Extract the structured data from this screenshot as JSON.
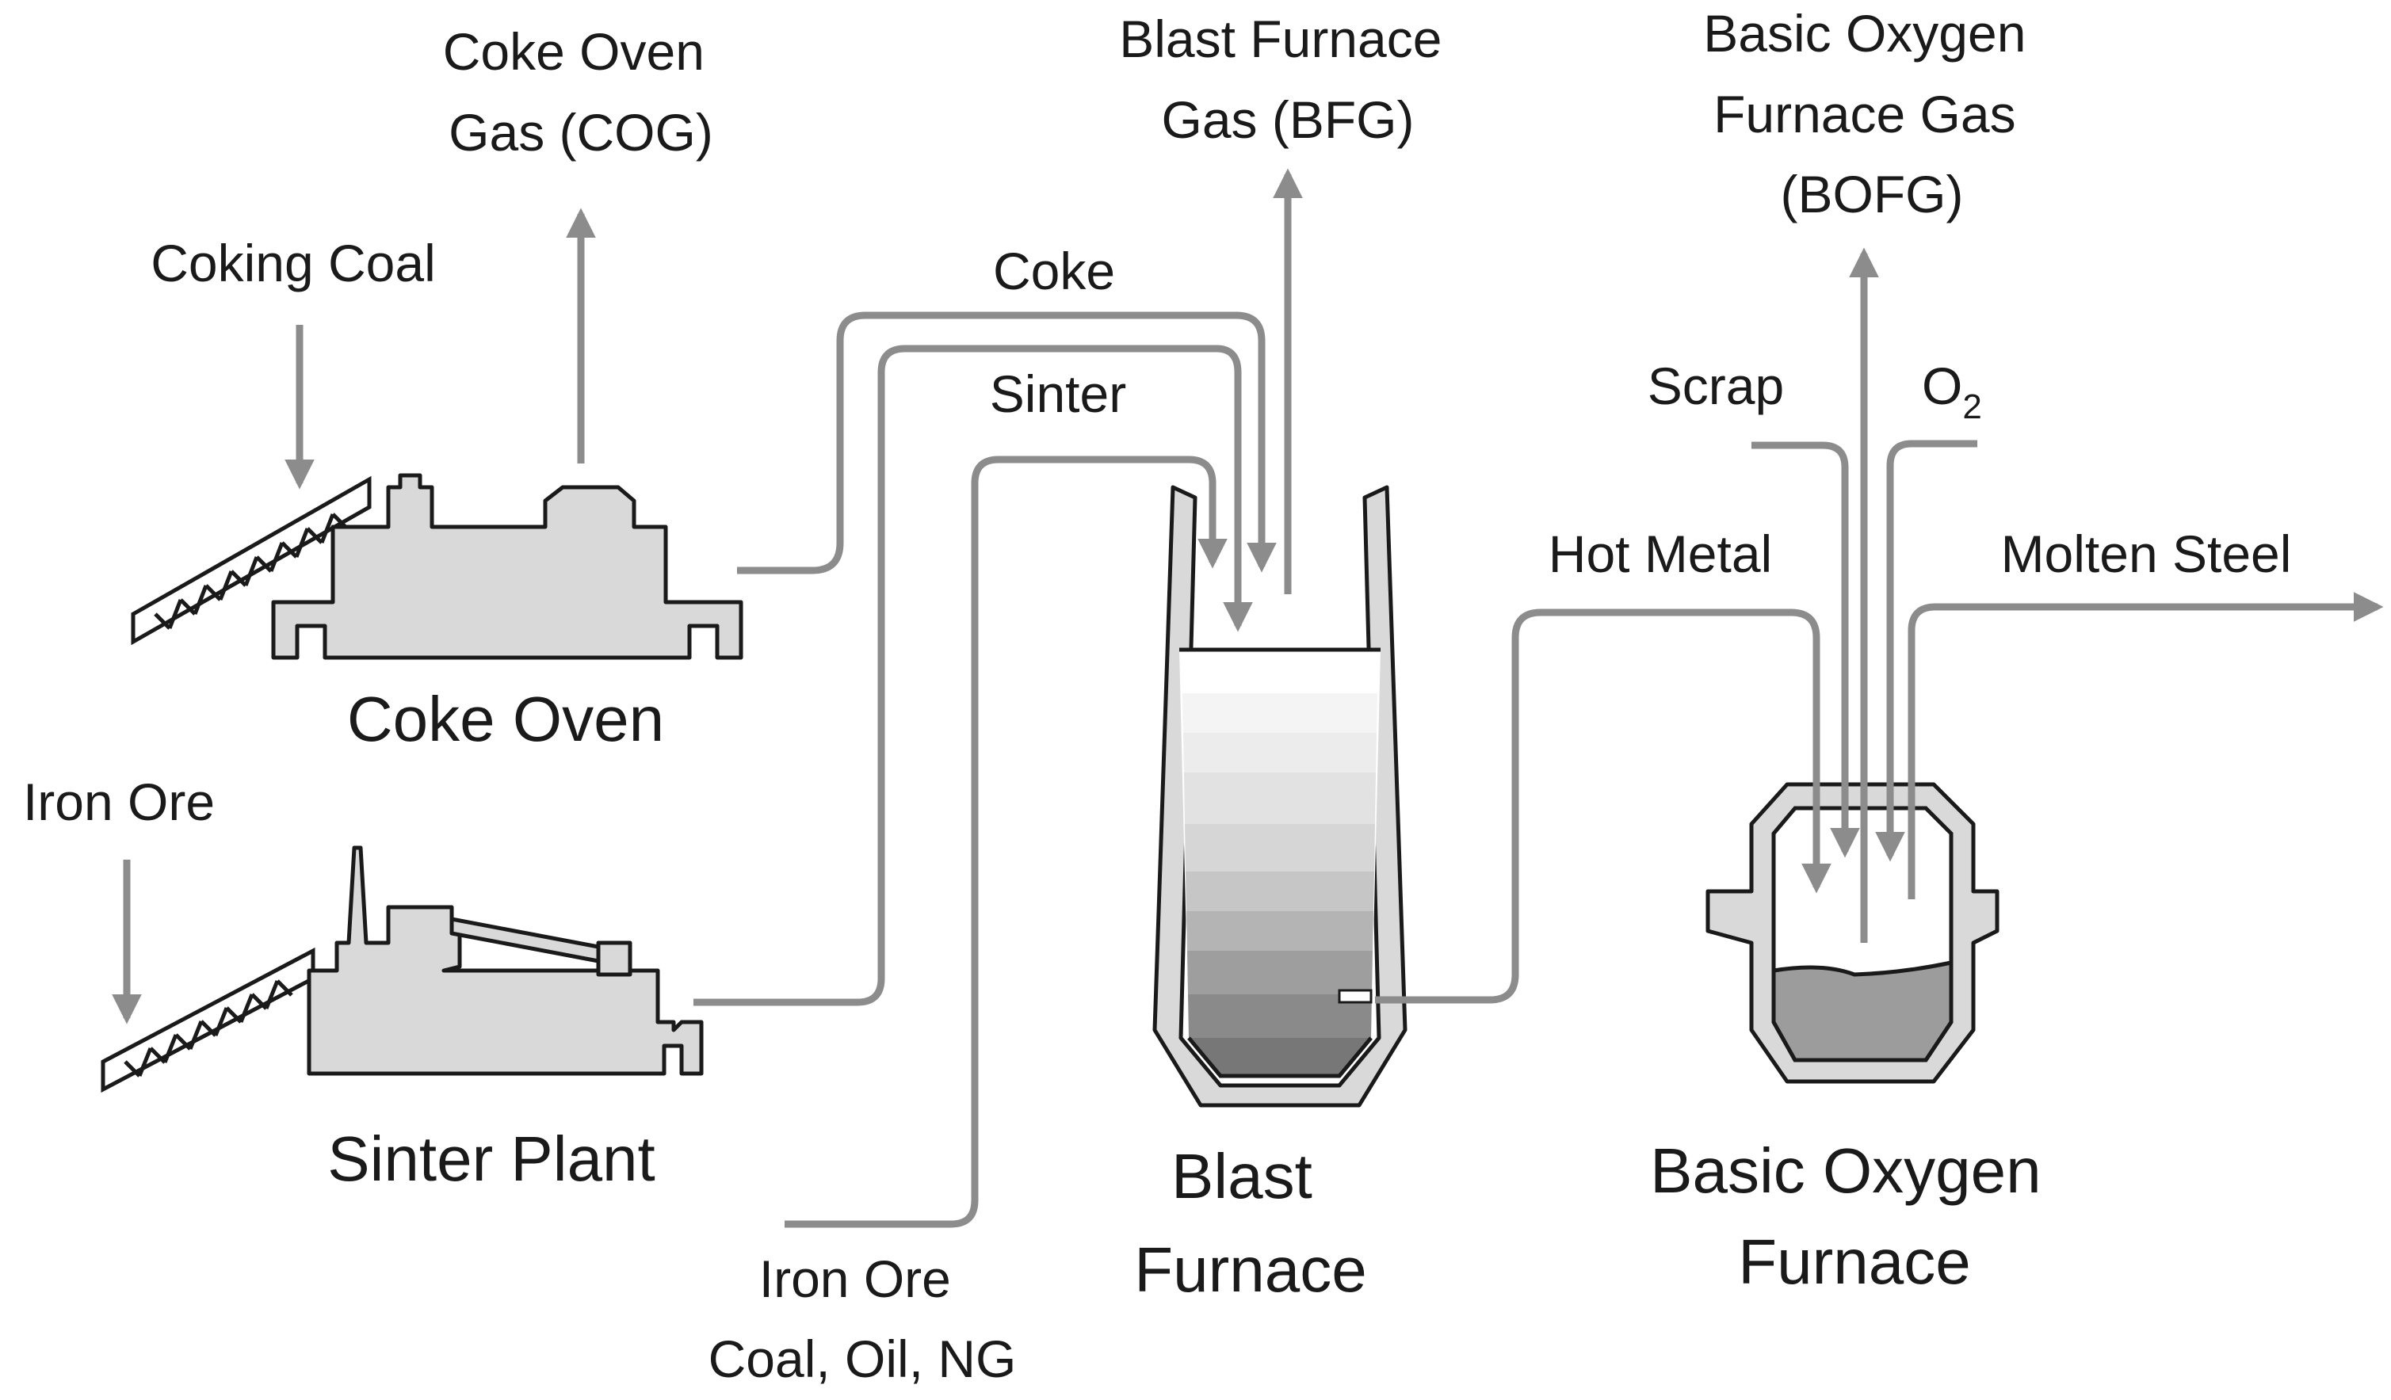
{
  "colors": {
    "flow": "#8c8c8c",
    "unit_fill": "#d9d9d9",
    "outline": "#1a1a1a",
    "molten": "#9c9c9c"
  },
  "units": {
    "coke_oven": "Coke Oven",
    "sinter_plant": "Sinter Plant",
    "blast_furnace": [
      "Blast",
      "Furnace"
    ],
    "bof": [
      "Basic Oxygen",
      "Furnace"
    ]
  },
  "flows": {
    "coking_coal": "Coking Coal",
    "cog": [
      "Coke Oven",
      "Gas (COG)"
    ],
    "iron_ore_sinter": "Iron Ore",
    "coke": "Coke",
    "sinter": "Sinter",
    "bfg": [
      "Blast Furnace",
      "Gas (BFG)"
    ],
    "iron_ore_bf": [
      "Iron Ore",
      "Coal, Oil, NG"
    ],
    "bofg": [
      "Basic Oxygen",
      "Furnace Gas",
      "(BOFG)"
    ],
    "scrap": "Scrap",
    "o2": "O",
    "o2_sub": "2",
    "hot_metal": "Hot Metal",
    "molten_steel": "Molten Steel"
  }
}
